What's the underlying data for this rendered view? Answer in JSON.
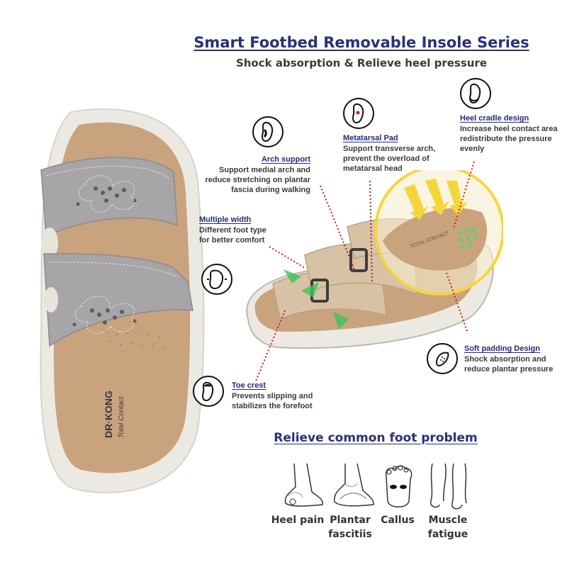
{
  "header": {
    "title": "Smart Footbed Removable Insole Series",
    "subtitle": "Shock absorption & Relieve heel pressure"
  },
  "brand": {
    "logo_text": "DR·KONG",
    "logo_subtext": "Total Contact",
    "insole_text": "TOTAL CONTACT"
  },
  "features": {
    "arch": {
      "name": "Arch support",
      "desc": "Support medial arch and reduce stretching on plantar fascia during walking",
      "icon": "arch-foot-icon"
    },
    "metatarsal": {
      "name": "Metatarsal Pad",
      "desc": "Support transverse arch, prevent the overload of metatarsal head",
      "icon": "metatarsal-foot-icon"
    },
    "heel": {
      "name": "Heel cradle design",
      "desc": "Increase heel contact area redistribute the pressure evenly",
      "icon": "heel-foot-icon"
    },
    "width": {
      "name": "Multiple width",
      "desc": "Different foot type for better comfort",
      "icon": "wide-foot-icon"
    },
    "padding": {
      "name": "Soft padding Design",
      "desc": "Shock absorption and reduce plantar pressure",
      "icon": "insole-padding-icon"
    },
    "toe": {
      "name": "Toe crest",
      "desc": "Prevents slipping and stabilizes the forefoot",
      "icon": "toe-foot-icon"
    }
  },
  "problems": {
    "title": "Relieve common foot problem",
    "items": [
      {
        "label": "Heel pain",
        "icon": "heel-pain-icon"
      },
      {
        "label": "Plantar fascitiis",
        "icon": "plantar-fascitiis-icon"
      },
      {
        "label": "Callus",
        "icon": "callus-icon"
      },
      {
        "label": "Muscle fatigue",
        "icon": "muscle-fatigue-icon"
      }
    ]
  },
  "colors": {
    "heading": "#2b2f7a",
    "strap": "#a8a5a8",
    "footbed": "#c9a37e",
    "sole": "#ece9e3",
    "dotted_line": "#c0201c",
    "highlight": "#f5d63a",
    "arrow": "#39c45a"
  }
}
